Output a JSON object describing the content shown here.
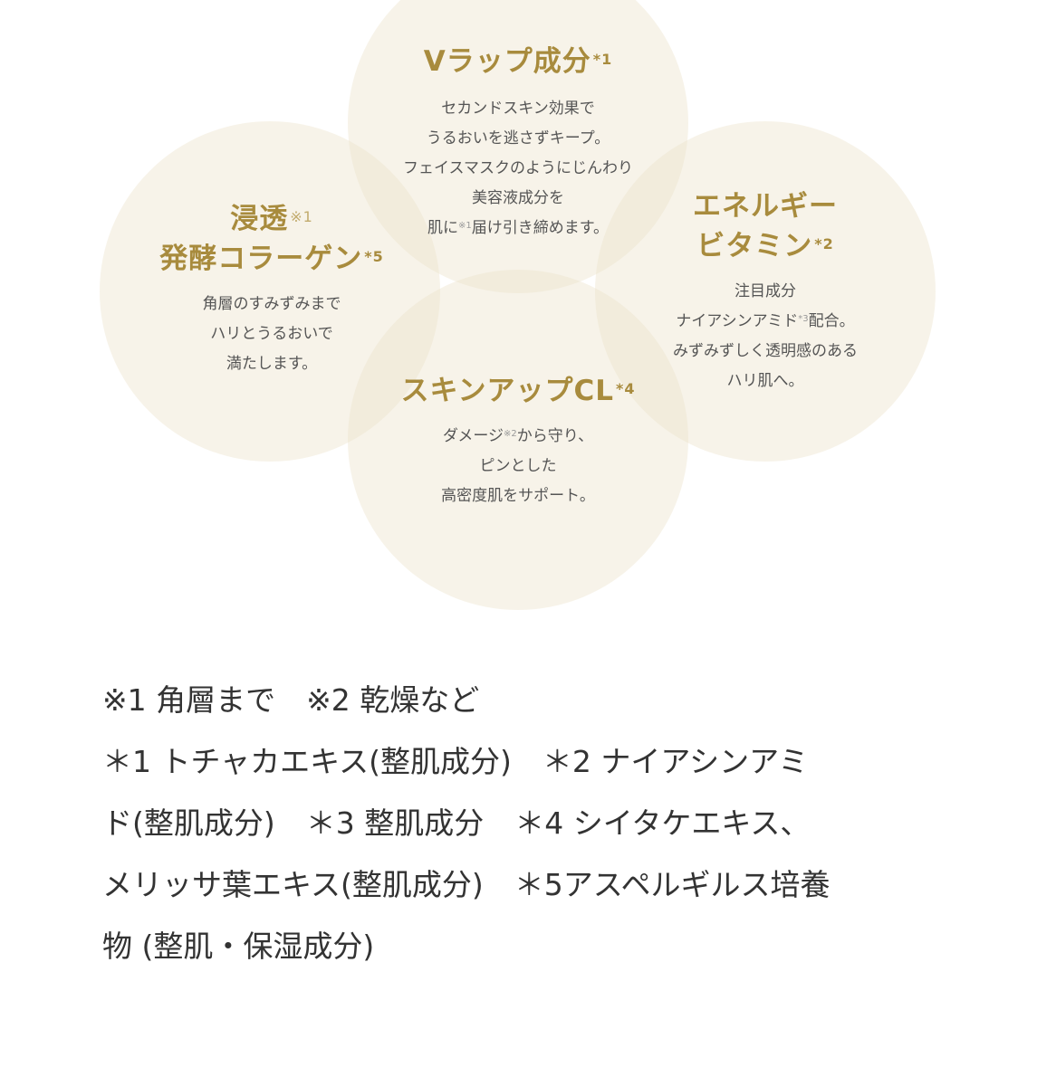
{
  "colors": {
    "title_gold": "#a88b3d",
    "circle_fill": "#f6f2e9",
    "body_text": "#555555",
    "footnote_text": "#333333"
  },
  "diagram": {
    "top": {
      "title": "Vラップ成分",
      "title_mark": "*1",
      "lines": [
        "セカンドスキン効果で",
        "うるおいを逃さずキープ。",
        "フェイスマスクのようにじんわり",
        "美容液成分を"
      ],
      "last_line_prefix": "肌に",
      "last_line_mark": "※1",
      "last_line_suffix": "届け引き締めます。"
    },
    "left": {
      "title_line1": "浸透",
      "title_line1_mark": "※1",
      "title_line2": "発酵コラーゲン",
      "title_line2_mark": "*5",
      "lines": [
        "角層のすみずみまで",
        "ハリとうるおいで",
        "満たします。"
      ]
    },
    "right": {
      "title_line1": "エネルギー",
      "title_line2": "ビタミン",
      "title_line2_mark": "*2",
      "line1": "注目成分",
      "line2_prefix": "ナイアシンアミド",
      "line2_mark": "*3",
      "line2_suffix": "配合。",
      "line3": "みずみずしく透明感のある",
      "line4": "ハリ肌へ。"
    },
    "bottom": {
      "title": "スキンアップCL",
      "title_mark": "*4",
      "line1_prefix": "ダメージ",
      "line1_mark": "※2",
      "line1_suffix": "から守り、",
      "line2": "ピンとした",
      "line3": "高密度肌をサポート。"
    }
  },
  "footnotes": {
    "notes_a": [
      "※1 角層まで",
      "※2 乾燥など"
    ],
    "lines": [
      [
        "＊1 トチャカエキス(整肌成分)",
        "＊2 ナイアシンアミ"
      ],
      [
        "ド(整肌成分)",
        "＊3 整肌成分",
        "＊4 シイタケエキス、"
      ],
      [
        "メリッサ葉エキス(整肌成分)",
        "＊5アスペルギルス培養"
      ],
      [
        "物 (整肌・保湿成分)"
      ]
    ]
  }
}
